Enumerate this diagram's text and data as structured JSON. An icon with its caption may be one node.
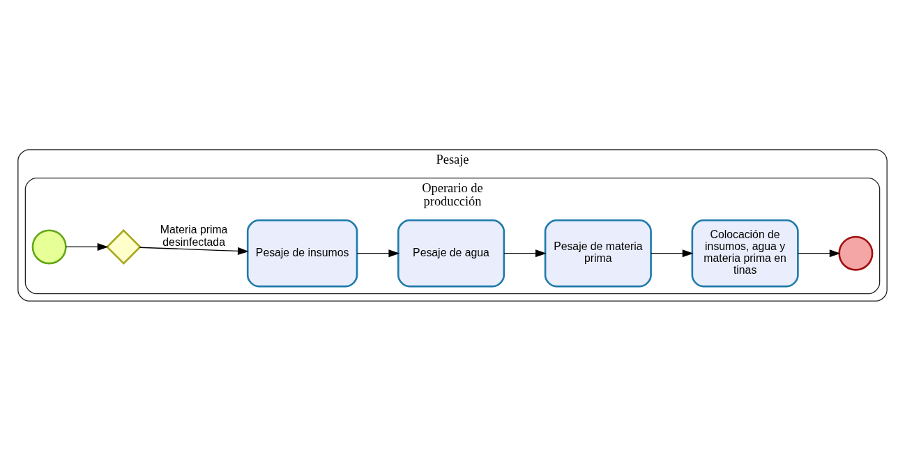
{
  "diagram": {
    "nodes": [
      {
        "text": [
          "Pesaje"
        ]
      },
      {
        "text": [
          "Operario de producción"
        ],
        "in": 0
      },
      {
        "text": [],
        "shape": "circle",
        "in": 1
      },
      {
        "text": [],
        "shape": "diamond",
        "in": 1
      },
      {
        "text": [
          "Pesaje de insumos"
        ],
        "in": 1
      },
      {
        "text": [
          "Pesaje de agua"
        ],
        "in": 1
      },
      {
        "text": [
          "Pesaje de materia prima"
        ],
        "in": 1
      },
      {
        "text": [
          "Colocación de insumos, agua y materia prima en tinas"
        ],
        "in": 1
      },
      {
        "text": [],
        "shape": "circle",
        "in": 1
      }
    ],
    "edges": [
      {
        "from": 2,
        "to": 3,
        "arrow": "to"
      },
      {
        "from": 3,
        "to": 4,
        "arrow": "to",
        "label": "Materia prima desinfectada"
      },
      {
        "from": 4,
        "to": 5,
        "arrow": "to"
      },
      {
        "from": 5,
        "to": 6,
        "arrow": "to"
      },
      {
        "from": 6,
        "to": 7,
        "arrow": "to"
      },
      {
        "from": 7,
        "to": 8,
        "arrow": "to"
      }
    ]
  }
}
